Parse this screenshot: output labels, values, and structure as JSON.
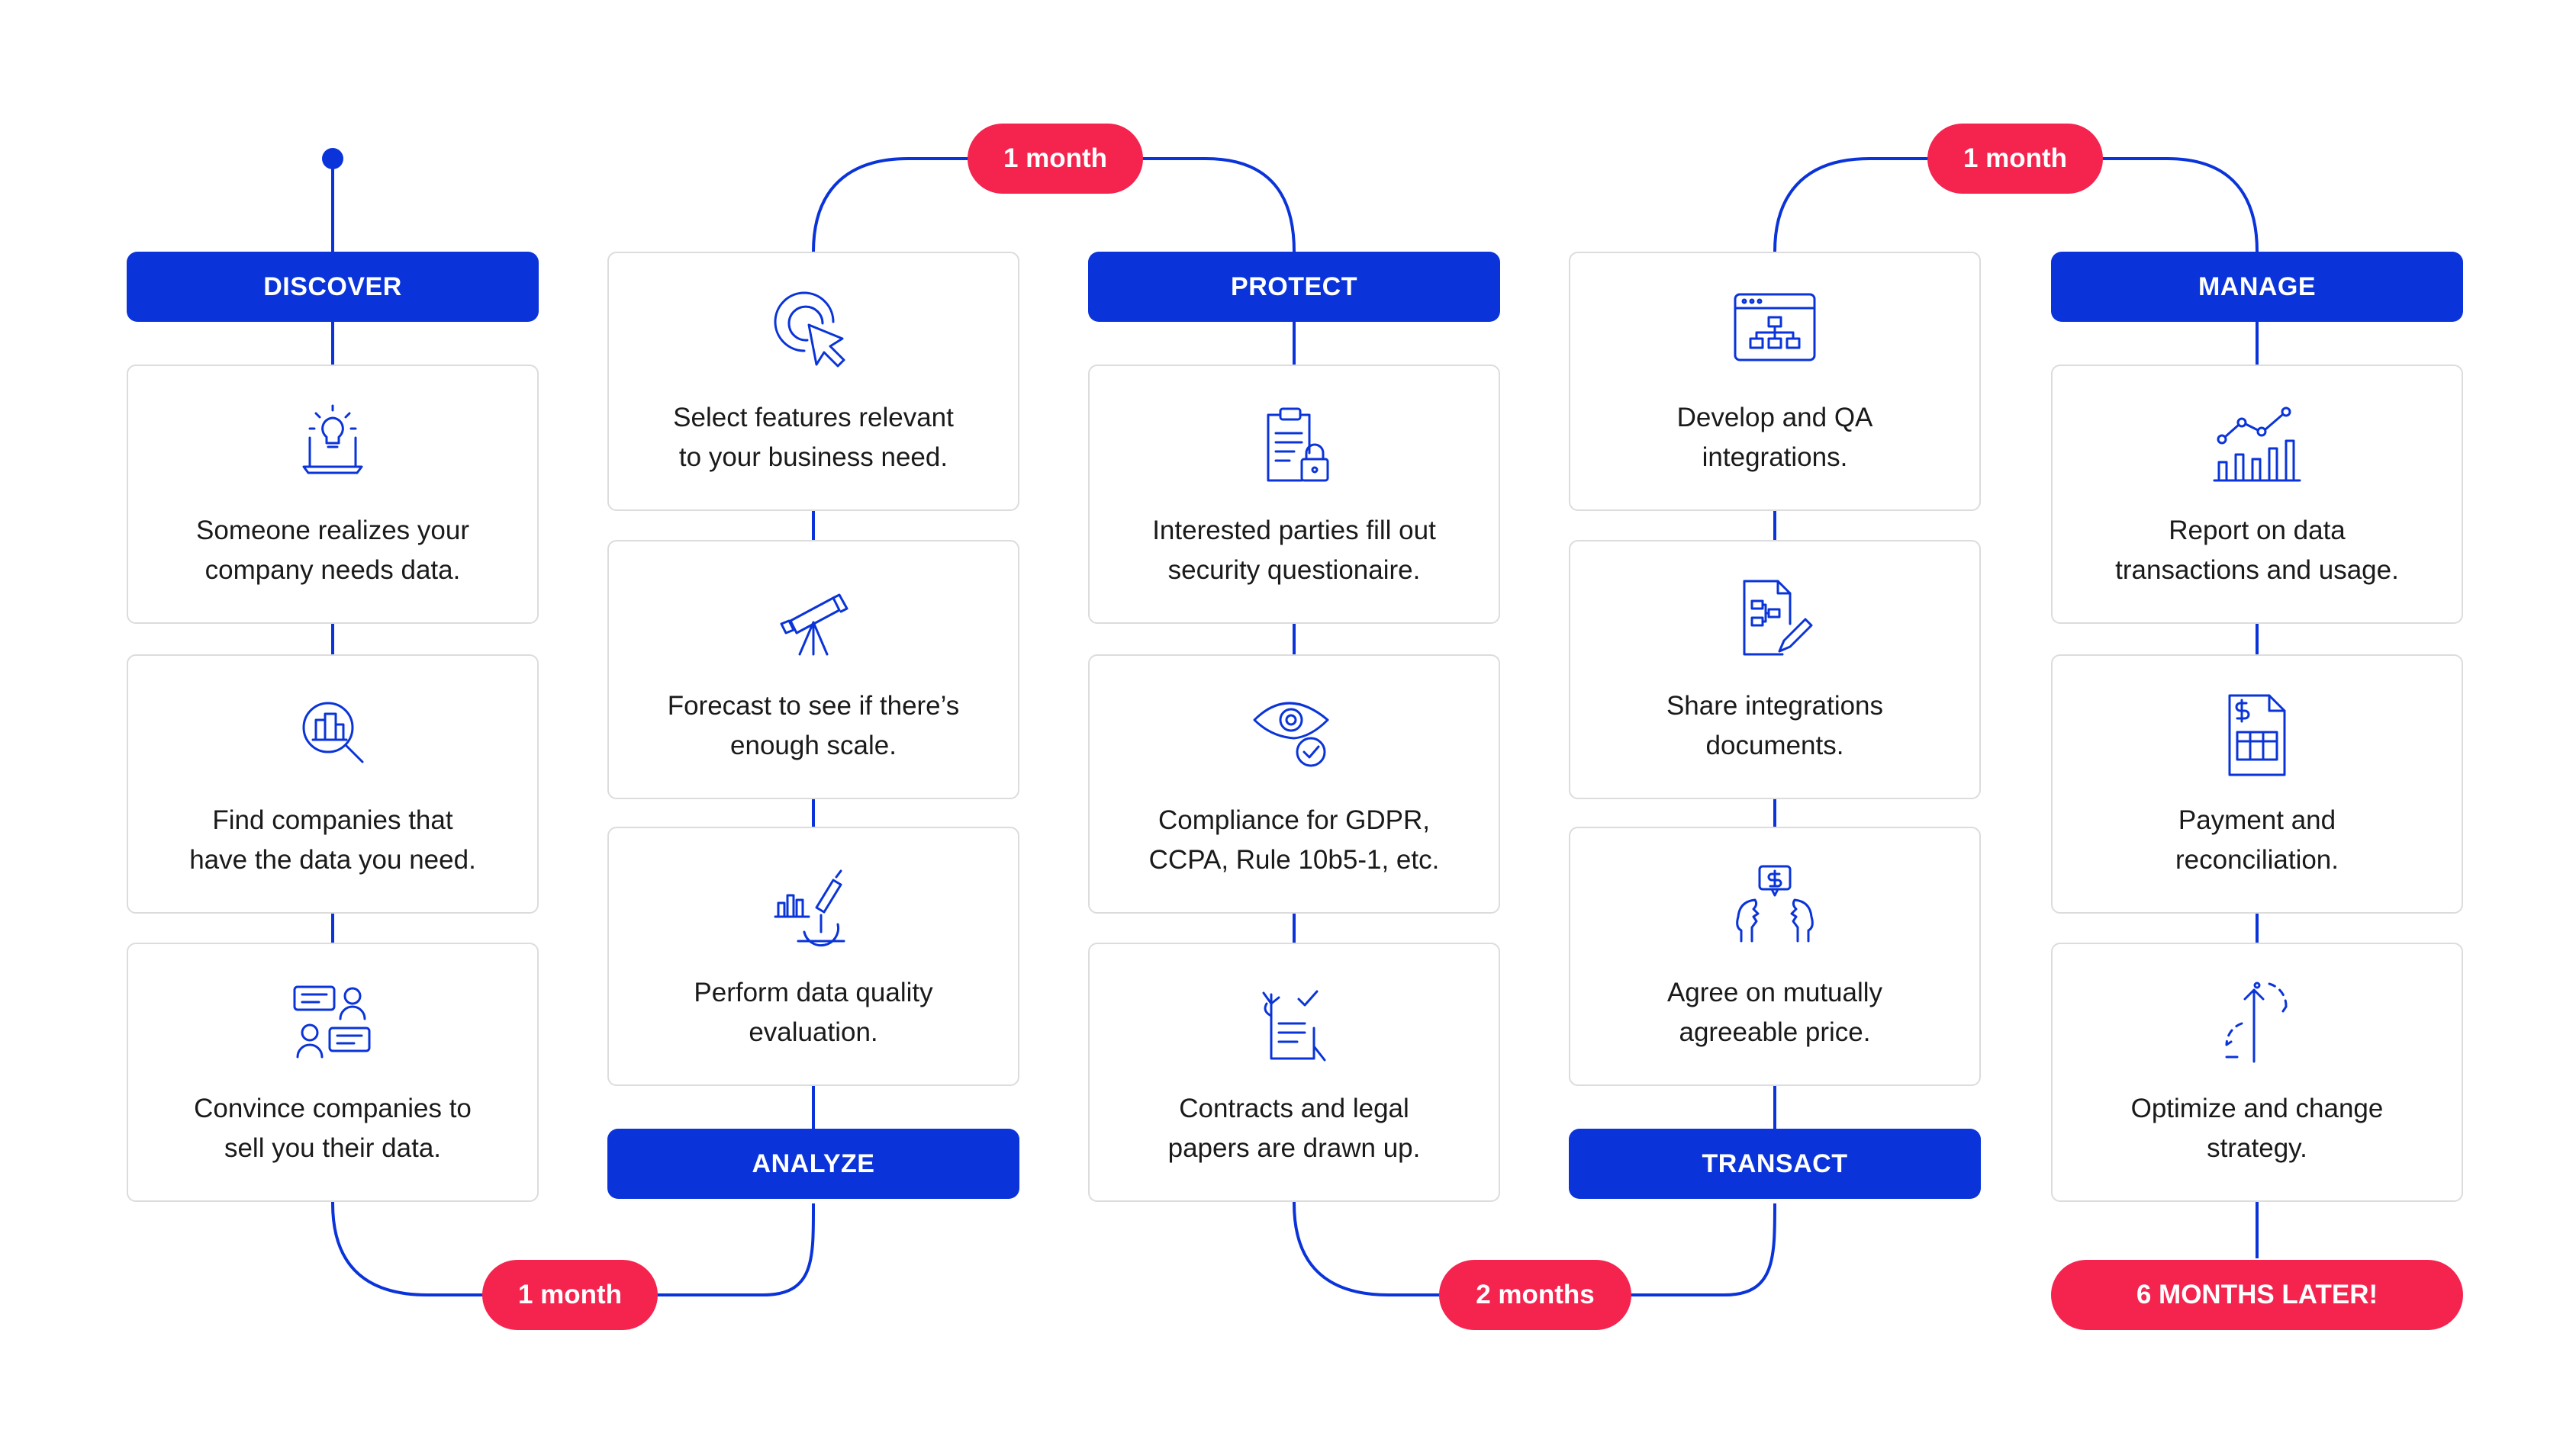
{
  "colors": {
    "accent_blue": "#0a34d9",
    "accent_red": "#f4244f",
    "text": "#1a1a1a",
    "card_border": "#dcdcdc"
  },
  "columns": [
    {
      "header": "DISCOVER",
      "cards": [
        {
          "icon": "lightbulb-laptop-icon",
          "lines": [
            "Someone realizes your",
            "company needs data."
          ]
        },
        {
          "icon": "magnifier-buildings-icon",
          "lines": [
            "Find companies that",
            "have the data you need."
          ]
        },
        {
          "icon": "chat-people-icon",
          "lines": [
            "Convince companies to",
            "sell you their data."
          ]
        }
      ]
    },
    {
      "header": "ANALYZE",
      "cards": [
        {
          "icon": "cursor-click-icon",
          "lines": [
            "Select features relevant",
            "to your business need."
          ]
        },
        {
          "icon": "telescope-icon",
          "lines": [
            "Forecast to see if there’s",
            "enough scale."
          ]
        },
        {
          "icon": "microscope-chart-icon",
          "lines": [
            "Perform data quality",
            "evaluation."
          ]
        }
      ]
    },
    {
      "header": "PROTECT",
      "cards": [
        {
          "icon": "clipboard-lock-icon",
          "lines": [
            "Interested parties fill out",
            "security questionaire."
          ]
        },
        {
          "icon": "eye-check-icon",
          "lines": [
            "Compliance for GDPR,",
            "CCPA, Rule 10b5-1, etc."
          ]
        },
        {
          "icon": "document-sign-icon",
          "lines": [
            "Contracts and legal",
            "papers are drawn up."
          ]
        }
      ]
    },
    {
      "header": "TRANSACT",
      "cards": [
        {
          "icon": "browser-network-icon",
          "lines": [
            "Develop and QA",
            "integrations."
          ]
        },
        {
          "icon": "document-flow-pencil-icon",
          "lines": [
            "Share integrations",
            "documents."
          ]
        },
        {
          "icon": "negotiation-heads-icon",
          "lines": [
            "Agree on mutually",
            "agreeable price."
          ]
        }
      ]
    },
    {
      "header": "MANAGE",
      "cards": [
        {
          "icon": "line-bar-chart-icon",
          "lines": [
            "Report on data",
            "transactions and usage."
          ]
        },
        {
          "icon": "invoice-dollar-icon",
          "lines": [
            "Payment and",
            "reconciliation."
          ]
        },
        {
          "icon": "strategy-arrow-icon",
          "lines": [
            "Optimize and change",
            "strategy."
          ]
        }
      ]
    }
  ],
  "durations": {
    "discover_to_analyze": "1 month",
    "analyze_to_protect": "1 month",
    "protect_to_transact": "2 months",
    "transact_to_manage": "1 month",
    "final": "6 MONTHS LATER!"
  }
}
